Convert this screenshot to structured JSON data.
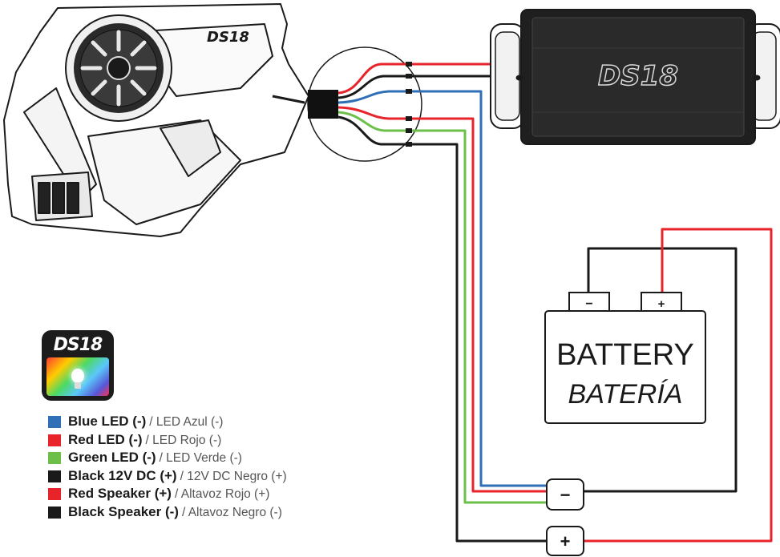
{
  "brand": {
    "logo_text": "DS18"
  },
  "battery": {
    "title": "BATTERY",
    "subtitle": "BATERÍA",
    "neg_terminal": "−",
    "pos_terminal": "+"
  },
  "junction": {
    "neg": "−",
    "pos": "+"
  },
  "wire_colors": {
    "red": "#e8232a",
    "black": "#1a1a1a",
    "blue": "#2e6fb5",
    "green": "#6cc04a"
  },
  "legend": [
    {
      "color": "#2e6fb5",
      "label": "Blue LED (-)",
      "sub": "/ LED Azul (-)"
    },
    {
      "color": "#e8232a",
      "label": "Red LED (-)",
      "sub": "/ LED Rojo (-)"
    },
    {
      "color": "#6cc04a",
      "label": "Green LED (-)",
      "sub": "/ LED Verde (-)"
    },
    {
      "color": "#1a1a1a",
      "label": "Black 12V DC (+)",
      "sub": "/ 12V DC Negro (+)"
    },
    {
      "color": "#e8232a",
      "label": "Red Speaker (+)",
      "sub": "/ Altavoz Rojo (+)"
    },
    {
      "color": "#1a1a1a",
      "label": "Black Speaker (-)",
      "sub": "/ Altavoz Negro (-)"
    }
  ]
}
